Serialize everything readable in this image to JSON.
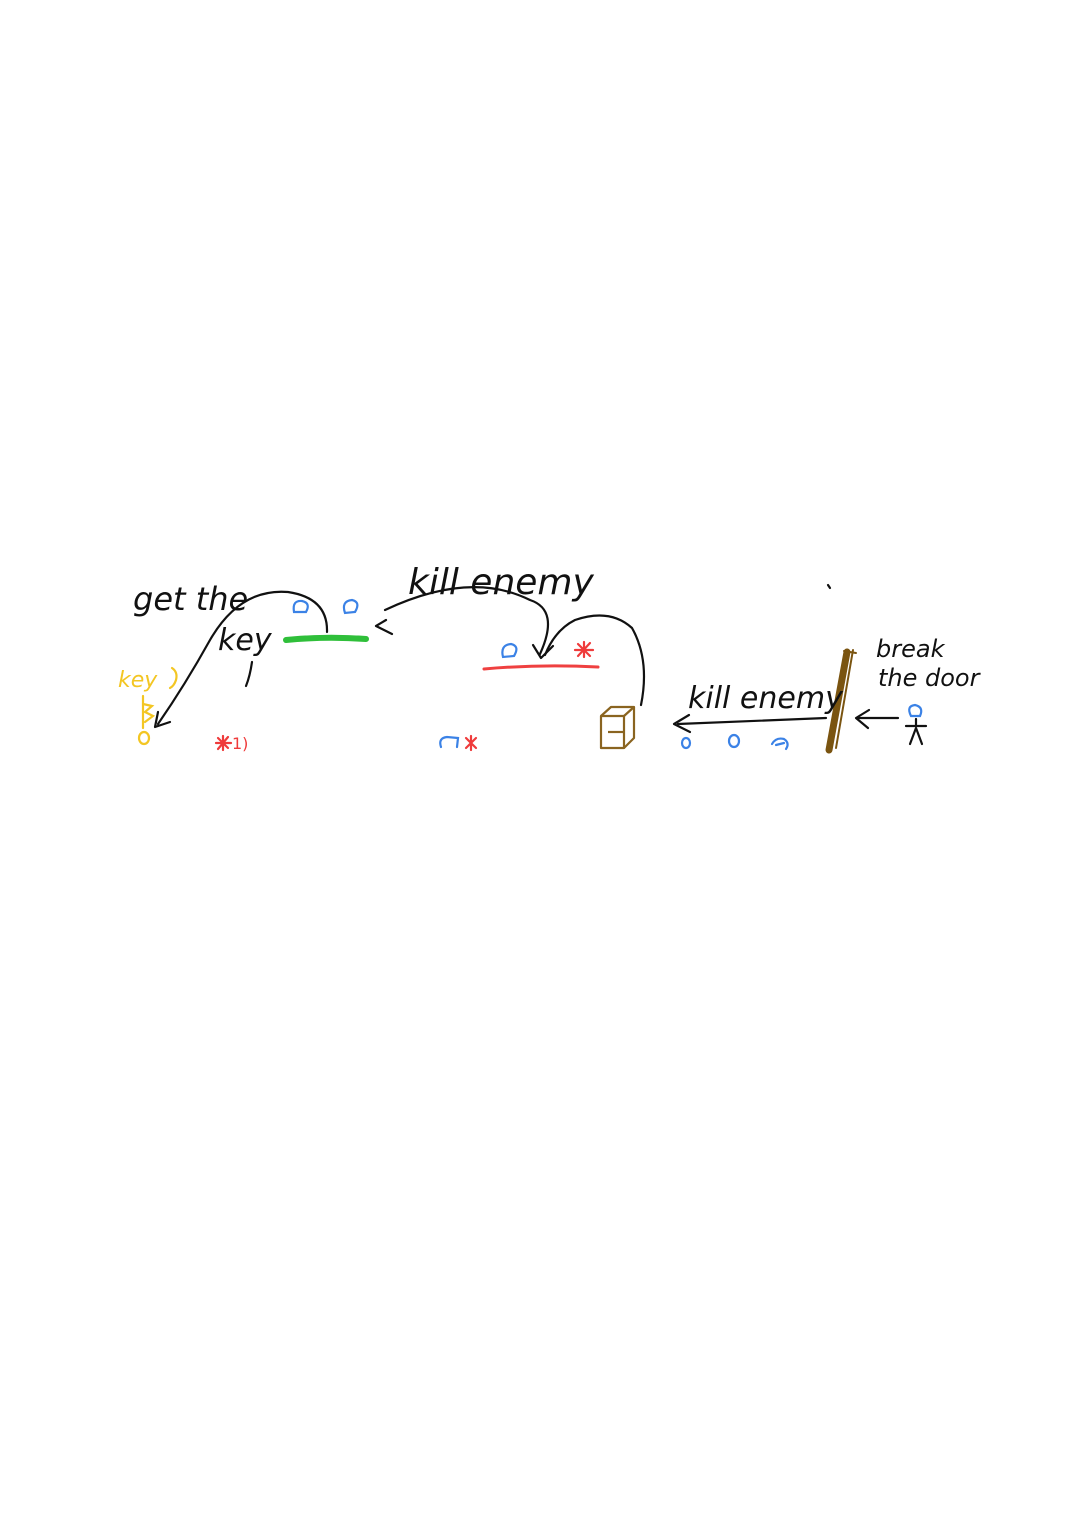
{
  "annotations": {
    "get_key_line1": "get the",
    "get_key_line2": "key",
    "kill_enemy_top": "kill enemy",
    "kill_enemy_bottom": "kill enemy",
    "break_door_line1": "break",
    "break_door_line2": "the door",
    "key_label": "key",
    "enemy_marks": [
      "*1)",
      "*"
    ]
  },
  "colors": {
    "ink": "#111111",
    "player_blue": "#3b82e6",
    "enemy_red": "#ef3b3b",
    "key_yellow": "#f3c623",
    "platform_green": "#2fbf3a",
    "platform_red": "#ef4040",
    "door_brown": "#7a5410",
    "box_brown": "#8a6420"
  },
  "icons": {
    "player": "blue-circle-icon",
    "enemy": "red-asterisk-icon",
    "key": "key-icon",
    "door": "door-icon",
    "box": "crate-icon",
    "start": "stick-figure-icon"
  }
}
